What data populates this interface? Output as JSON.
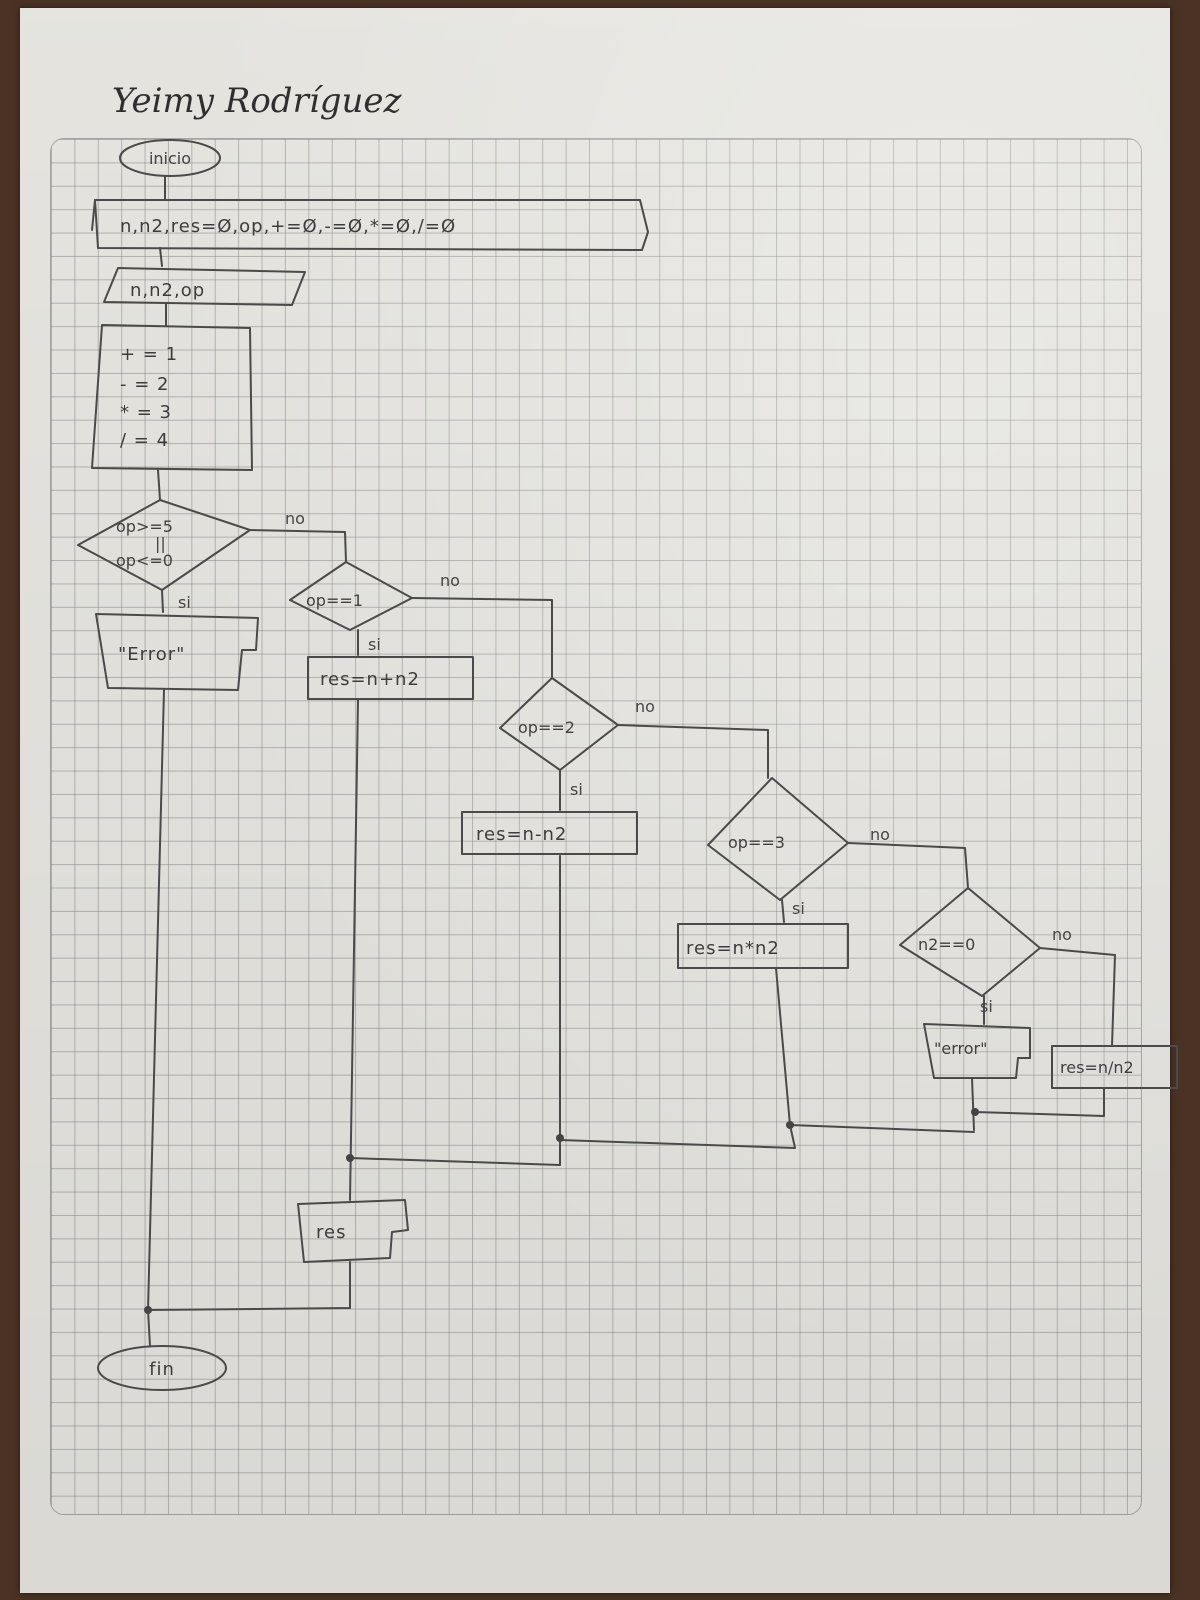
{
  "author": "Yeimy Rodríguez",
  "nodes": {
    "start": "inicio",
    "declare": "n,n2,res=Ø,op,+=Ø,-=Ø,*=Ø,/=Ø",
    "input": "n,n2,op",
    "menu": [
      "+ = 1",
      "- = 2",
      "* = 3",
      "/ = 4"
    ],
    "cond_range": [
      "op>=5",
      "||",
      "op<=0"
    ],
    "error1": "\"Error\"",
    "cond_op1": "op==1",
    "proc_sum": "res=n+n2",
    "cond_op2": "op==2",
    "proc_sub": "res=n-n2",
    "cond_op3": "op==3",
    "proc_mul": "res=n*n2",
    "cond_zero": "n2==0",
    "error2": "\"error\"",
    "proc_div": "res=n/n2",
    "output": "res",
    "end": "fin"
  },
  "labels": {
    "yes": "si",
    "no": "no"
  }
}
